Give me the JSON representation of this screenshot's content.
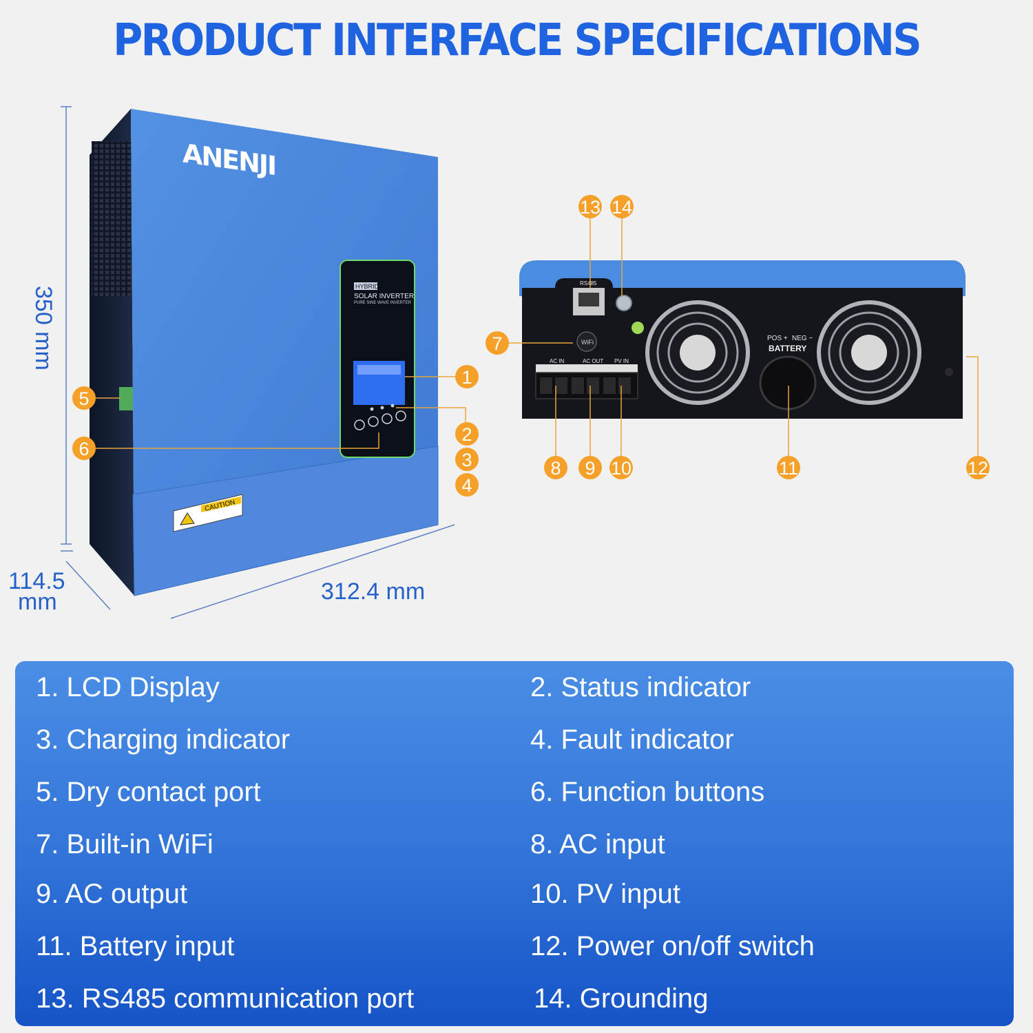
{
  "title": "PRODUCT INTERFACE SPECIFICATIONS",
  "brand": "ANENJI",
  "dimensions": {
    "height": "350 mm",
    "width": "312.4 mm",
    "depth_value": "114.5",
    "depth_unit": "mm"
  },
  "front_panel": {
    "line1": "HYBRID",
    "line2": "SOLAR INVERTER",
    "line3": "PURE SINE WAVE INVERTER"
  },
  "caution_label": "CAUTION",
  "rear_panel": {
    "rs485": "RS485",
    "ac_in": "AC IN",
    "ac_out": "AC OUT",
    "pv_in": "PV IN",
    "pos": "POS +",
    "neg": "NEG −",
    "battery": "BATTERY",
    "wifi": "WiFi"
  },
  "callout_numbers": [
    "1",
    "2",
    "3",
    "4",
    "5",
    "6",
    "7",
    "8",
    "9",
    "10",
    "11",
    "12",
    "13",
    "14"
  ],
  "legend": [
    "1. LCD Display",
    "2. Status indicator",
    "3. Charging indicator",
    "4. Fault indicator",
    "5. Dry contact port",
    "6. Function buttons",
    "7. Built-in WiFi",
    "8. AC input",
    "9. AC output",
    "10. PV input",
    "11. Battery input",
    "12. Power on/off switch",
    "13. RS485 communication port",
    "14. Grounding"
  ],
  "colors": {
    "title": "#1f63e0",
    "badge": "#f5a028",
    "inverter_blue": "#4b87dc",
    "panel_top": "#4a8ee6",
    "panel_bottom": "#1553c7"
  }
}
